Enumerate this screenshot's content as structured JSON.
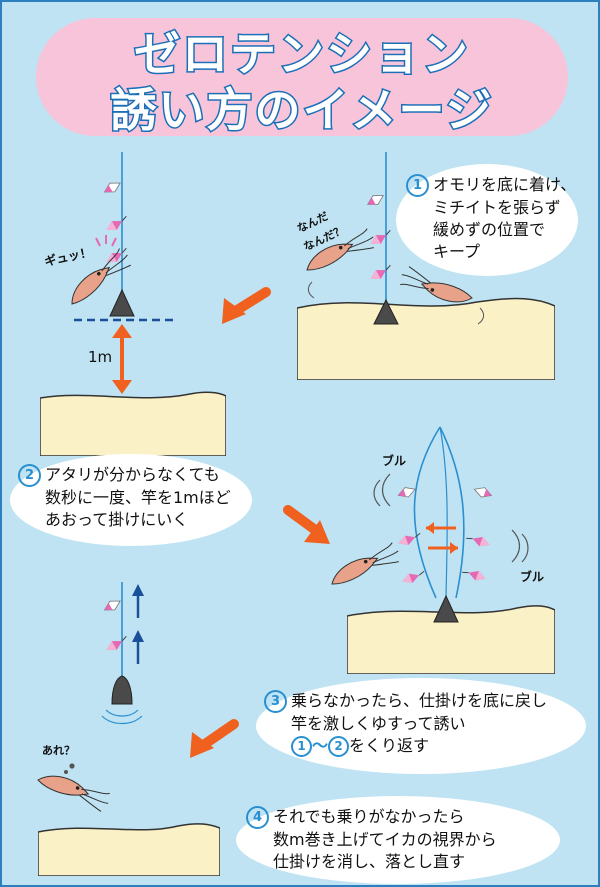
{
  "title": {
    "line1": "ゼロテンション",
    "line2": "誘い方のイメージ"
  },
  "steps": [
    {
      "number": "1",
      "lines": [
        "オモリを底に着け、",
        "ミチイトを張らず",
        "緩めずの位置で",
        "キープ"
      ]
    },
    {
      "number": "2",
      "lines": [
        "アタリが分からなくても",
        "数秒に一度、竿を1mほど",
        "あおって掛けにいく"
      ]
    },
    {
      "number": "3",
      "lines": [
        "乗らなかったら、仕掛けを底に戻し",
        "竿を激しくゆすって誘い"
      ],
      "line3_refs": [
        "1",
        "2"
      ],
      "line3_tilde": "～",
      "line3_suffix": "をくり返す"
    },
    {
      "number": "4",
      "lines": [
        "それでも乗りがなかったら",
        "数m巻き上げてイカの視界から",
        "仕掛けを消し、落とし直す"
      ]
    }
  ],
  "labels": {
    "nanda": [
      "なんだ",
      "なんだ？"
    ],
    "gyu": "ギュッ！",
    "distance": "1m",
    "buru_left": "ブル",
    "buru_right": "ブル",
    "are": "あれ？"
  },
  "colors": {
    "background": "#bfe3f3",
    "title_pill": "#f7c4da",
    "title_stroke": "#1a6fb8",
    "seabed": "#fbf1c6",
    "arrow_orange": "#f0601e",
    "line_blue": "#2a8fd0",
    "sinker": "#4a4a4a",
    "squid": "#e9a28a",
    "lure_pink": "#e36ab3"
  }
}
